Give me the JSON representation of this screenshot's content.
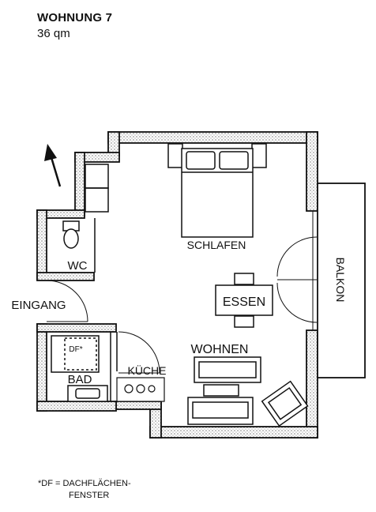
{
  "header": {
    "title": "WOHNUNG 7",
    "area": "36 qm"
  },
  "rooms": {
    "schlafen": "SCHLAFEN",
    "essen": "ESSEN",
    "wohnen": "WOHNEN",
    "kueche": "KÜCHE",
    "bad": "BAD",
    "wc": "WC",
    "eingang": "EINGANG",
    "balkon": "BALKON",
    "df_marker": "DF*"
  },
  "footnote": {
    "line1": "*DF = DACHFLÄCHEN-",
    "line2": "FENSTER"
  },
  "icons": [
    "north-arrow-icon",
    "bed-icon",
    "toilet-icon",
    "shower-icon",
    "sink-icon",
    "stove-icon",
    "sofa-icon",
    "armchair-icon",
    "table-icon"
  ]
}
